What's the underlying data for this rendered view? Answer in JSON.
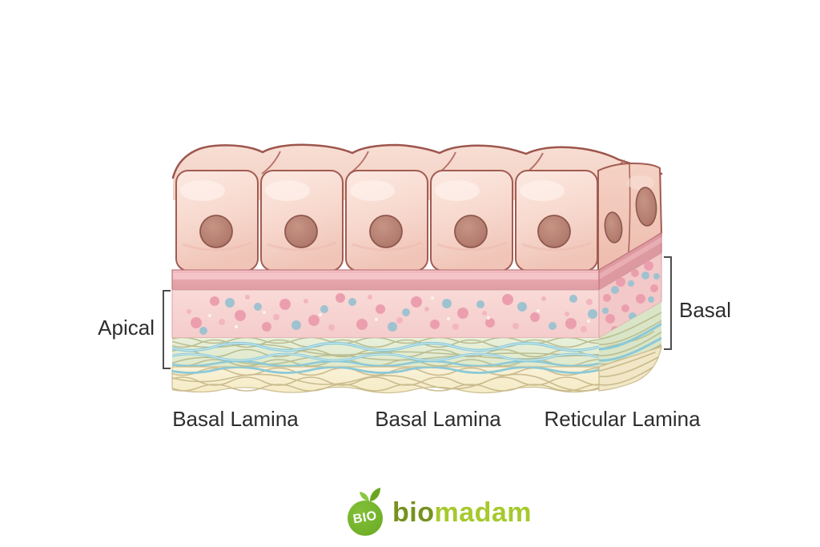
{
  "diagram": {
    "apical_label": "Apical",
    "basal_label": "Basal",
    "bottom_labels": [
      {
        "text": "Basal Lamina"
      },
      {
        "text": "Basal Lamina"
      },
      {
        "text": "Reticular Lamina"
      }
    ],
    "colors": {
      "cell_fill": "#f6d6ca",
      "cell_outline": "#a25c52",
      "nucleus_fill": "#b47e71",
      "membrane_band": "#e7a6ab",
      "basal_lamina_bg": "#f7d5d3",
      "dot_pink": "#eb9fae",
      "dot_blue": "#9fc2d0",
      "reticular_bg": "#e4edd4",
      "fiber_blue": "#8bc9d7",
      "fiber_tan": "#bfbd92",
      "deep_layer_bg": "#f9f0d0",
      "label_text": "#2e2e2e",
      "bracket": "#4d4d4d"
    }
  },
  "footer": {
    "logo_badge_text": "BIO",
    "brand_part1": "bio",
    "brand_part2": "madam",
    "badge_color": "#74b32c",
    "brand_color_dark": "#75921e",
    "brand_color_light": "#a6c92d"
  }
}
